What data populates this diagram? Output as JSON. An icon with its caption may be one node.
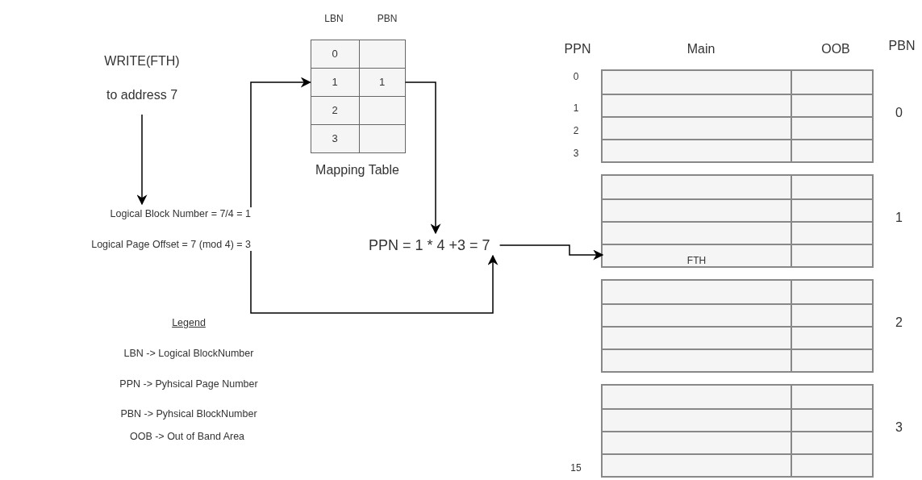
{
  "diagram": {
    "nodes": [
      {
        "text": [
          "WRITE(FTH)",
          "to address 7"
        ]
      },
      {
        "text": [
          "Logical Block Number = 7/4 = 1",
          "Logical Page Offset = 7 (mod 4) = 3"
        ]
      },
      {
        "text": [
          "Mapping Table"
        ]
      },
      {
        "text": [
          "0"
        ],
        "in": 2
      },
      {
        "text": [],
        "shape": "box",
        "in": 2
      },
      {
        "text": [
          "1"
        ],
        "in": 2
      },
      {
        "text": [
          "1"
        ],
        "in": 2
      },
      {
        "text": [
          "2"
        ],
        "in": 2
      },
      {
        "text": [],
        "shape": "box",
        "in": 2
      },
      {
        "text": [
          "3"
        ],
        "in": 2
      },
      {
        "text": [],
        "shape": "box",
        "in": 2
      },
      {
        "text": [
          "PPN = 1 * 4 +3 = 7"
        ]
      },
      {
        "text": [],
        "shape": "box",
        "beside": [
          "0"
        ]
      },
      {
        "text": [],
        "shape": "box",
        "in": 12,
        "beside": [
          "0"
        ]
      },
      {
        "text": [],
        "shape": "box",
        "in": 12,
        "beside": [
          "1"
        ]
      },
      {
        "text": [],
        "shape": "box",
        "in": 12,
        "beside": [
          "2"
        ]
      },
      {
        "text": [],
        "shape": "box",
        "in": 12,
        "beside": [
          "3"
        ]
      },
      {
        "text": [],
        "shape": "box",
        "beside": [
          "1"
        ]
      },
      {
        "text": [],
        "shape": "box",
        "in": 17
      },
      {
        "text": [],
        "shape": "box",
        "in": 17
      },
      {
        "text": [],
        "shape": "box",
        "in": 17
      },
      {
        "text": [
          "FTH"
        ],
        "in": 17
      },
      {
        "text": [],
        "shape": "box",
        "beside": [
          "2"
        ]
      },
      {
        "text": [],
        "shape": "box",
        "in": 22
      },
      {
        "text": [],
        "shape": "box",
        "in": 22
      },
      {
        "text": [],
        "shape": "box",
        "in": 22
      },
      {
        "text": [],
        "shape": "box",
        "in": 22
      },
      {
        "text": [],
        "shape": "box",
        "beside": [
          "3"
        ]
      },
      {
        "text": [],
        "shape": "box",
        "in": 27
      },
      {
        "text": [],
        "shape": "box",
        "in": 27
      },
      {
        "text": [],
        "shape": "box",
        "in": 27
      },
      {
        "text": [],
        "shape": "box",
        "in": 27,
        "beside": [
          "15"
        ]
      }
    ],
    "edges": [
      {
        "from": 0,
        "to": 1,
        "arrow": "to"
      },
      {
        "from": 1,
        "to": 5,
        "arrow": "to"
      },
      {
        "from": 6,
        "to": 11,
        "arrow": "to"
      },
      {
        "from": 1,
        "to": 11,
        "arrow": "to"
      },
      {
        "from": 11,
        "to": 21,
        "arrow": "to"
      }
    ],
    "labels": [
      "LBN",
      "PBN",
      "PPN",
      "Main",
      "OOB",
      "PBN",
      "Legend",
      "LBN -> Logical BlockNumber",
      "PPN -> Pyhsical Page Number",
      "PBN -> Pyhsical BlockNumber",
      "OOB -> Out of Band Area"
    ]
  }
}
